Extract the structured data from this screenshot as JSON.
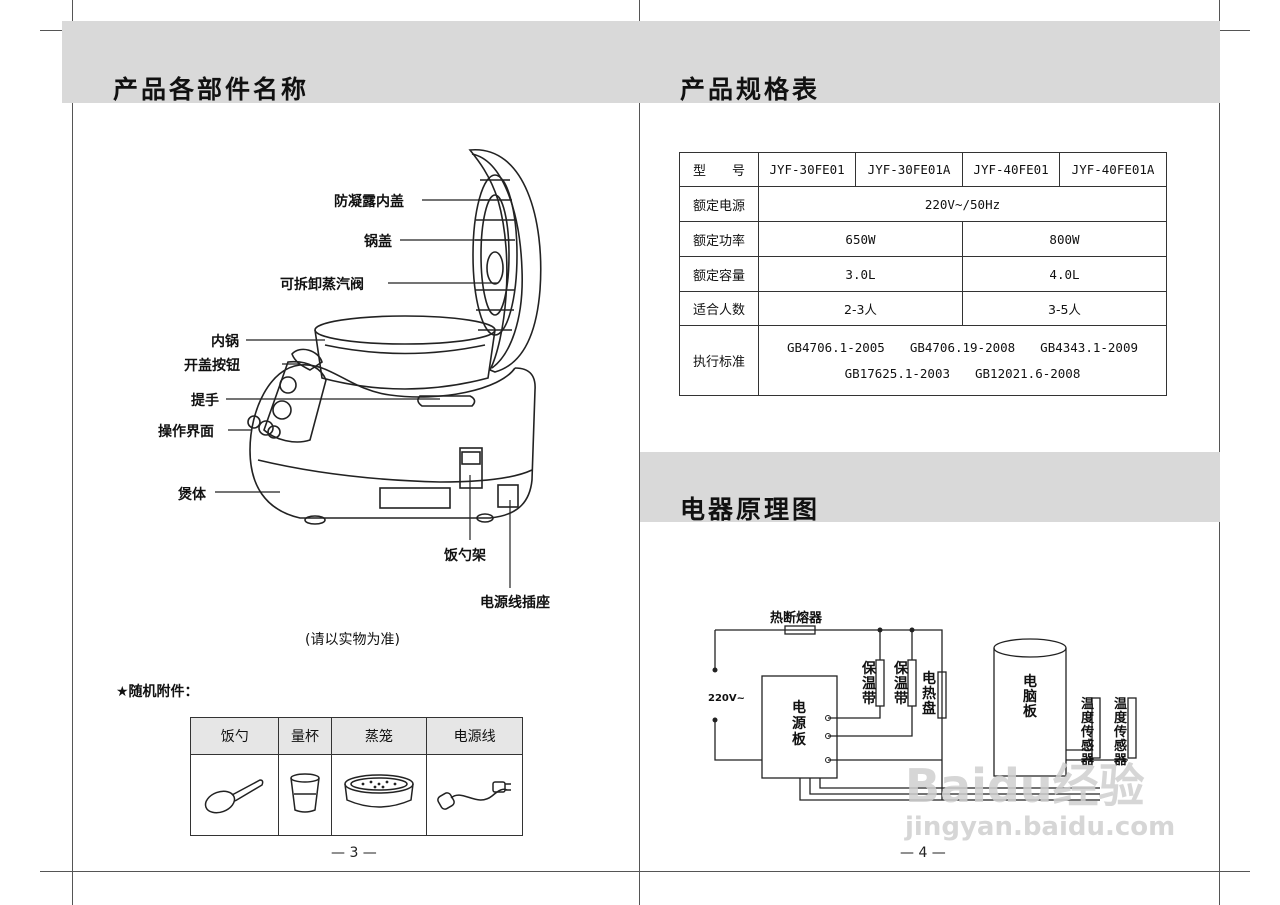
{
  "left_page": {
    "section_title": "产品各部件名称",
    "parts": {
      "anti_condensation_lid": "防凝露内盖",
      "lid": "锅盖",
      "steam_valve": "可拆卸蒸汽阀",
      "inner_pot": "内锅",
      "open_button": "开盖按钮",
      "handle": "提手",
      "control_panel": "操作界面",
      "body": "煲体",
      "spoon_holder": "饭勺架",
      "power_socket": "电源线插座"
    },
    "note": "(请以实物为准)",
    "accessories_title": "★随机附件：",
    "accessories": [
      "饭勺",
      "量杯",
      "蒸笼",
      "电源线"
    ],
    "page_number": "— 3 —"
  },
  "right_page": {
    "spec_title": "产品规格表",
    "spec_table": {
      "model_label": "型　　号",
      "models": [
        "JYF-30FE01",
        "JYF-30FE01A",
        "JYF-40FE01",
        "JYF-40FE01A"
      ],
      "voltage_label": "额定电源",
      "voltage": "220V~/50Hz",
      "power_label": "额定功率",
      "power": [
        "650W",
        "800W"
      ],
      "capacity_label": "额定容量",
      "capacity": [
        "3.0L",
        "4.0L"
      ],
      "people_label": "适合人数",
      "people": [
        "2-3人",
        "3-5人"
      ],
      "standard_label": "执行标准",
      "standards_line1": "GB4706.1-2005　　GB4706.19-2008　　GB4343.1-2009",
      "standards_line2": "GB17625.1-2003　　GB12021.6-2008"
    },
    "circuit_title": "电器原理图",
    "circuit": {
      "fuse": "热断熔器",
      "voltage": "220V~",
      "power_board": "电源板",
      "keep_warm_1": "保温带",
      "keep_warm_2": "保温带",
      "heating_plate": "电热盘",
      "computer_board": "电脑板",
      "temp_sensor_1": "温度传感器",
      "temp_sensor_2": "温度传感器"
    },
    "page_number": "— 4 —"
  },
  "watermark": {
    "logo": "Baidu经验",
    "url": "jingyan.baidu.com"
  }
}
